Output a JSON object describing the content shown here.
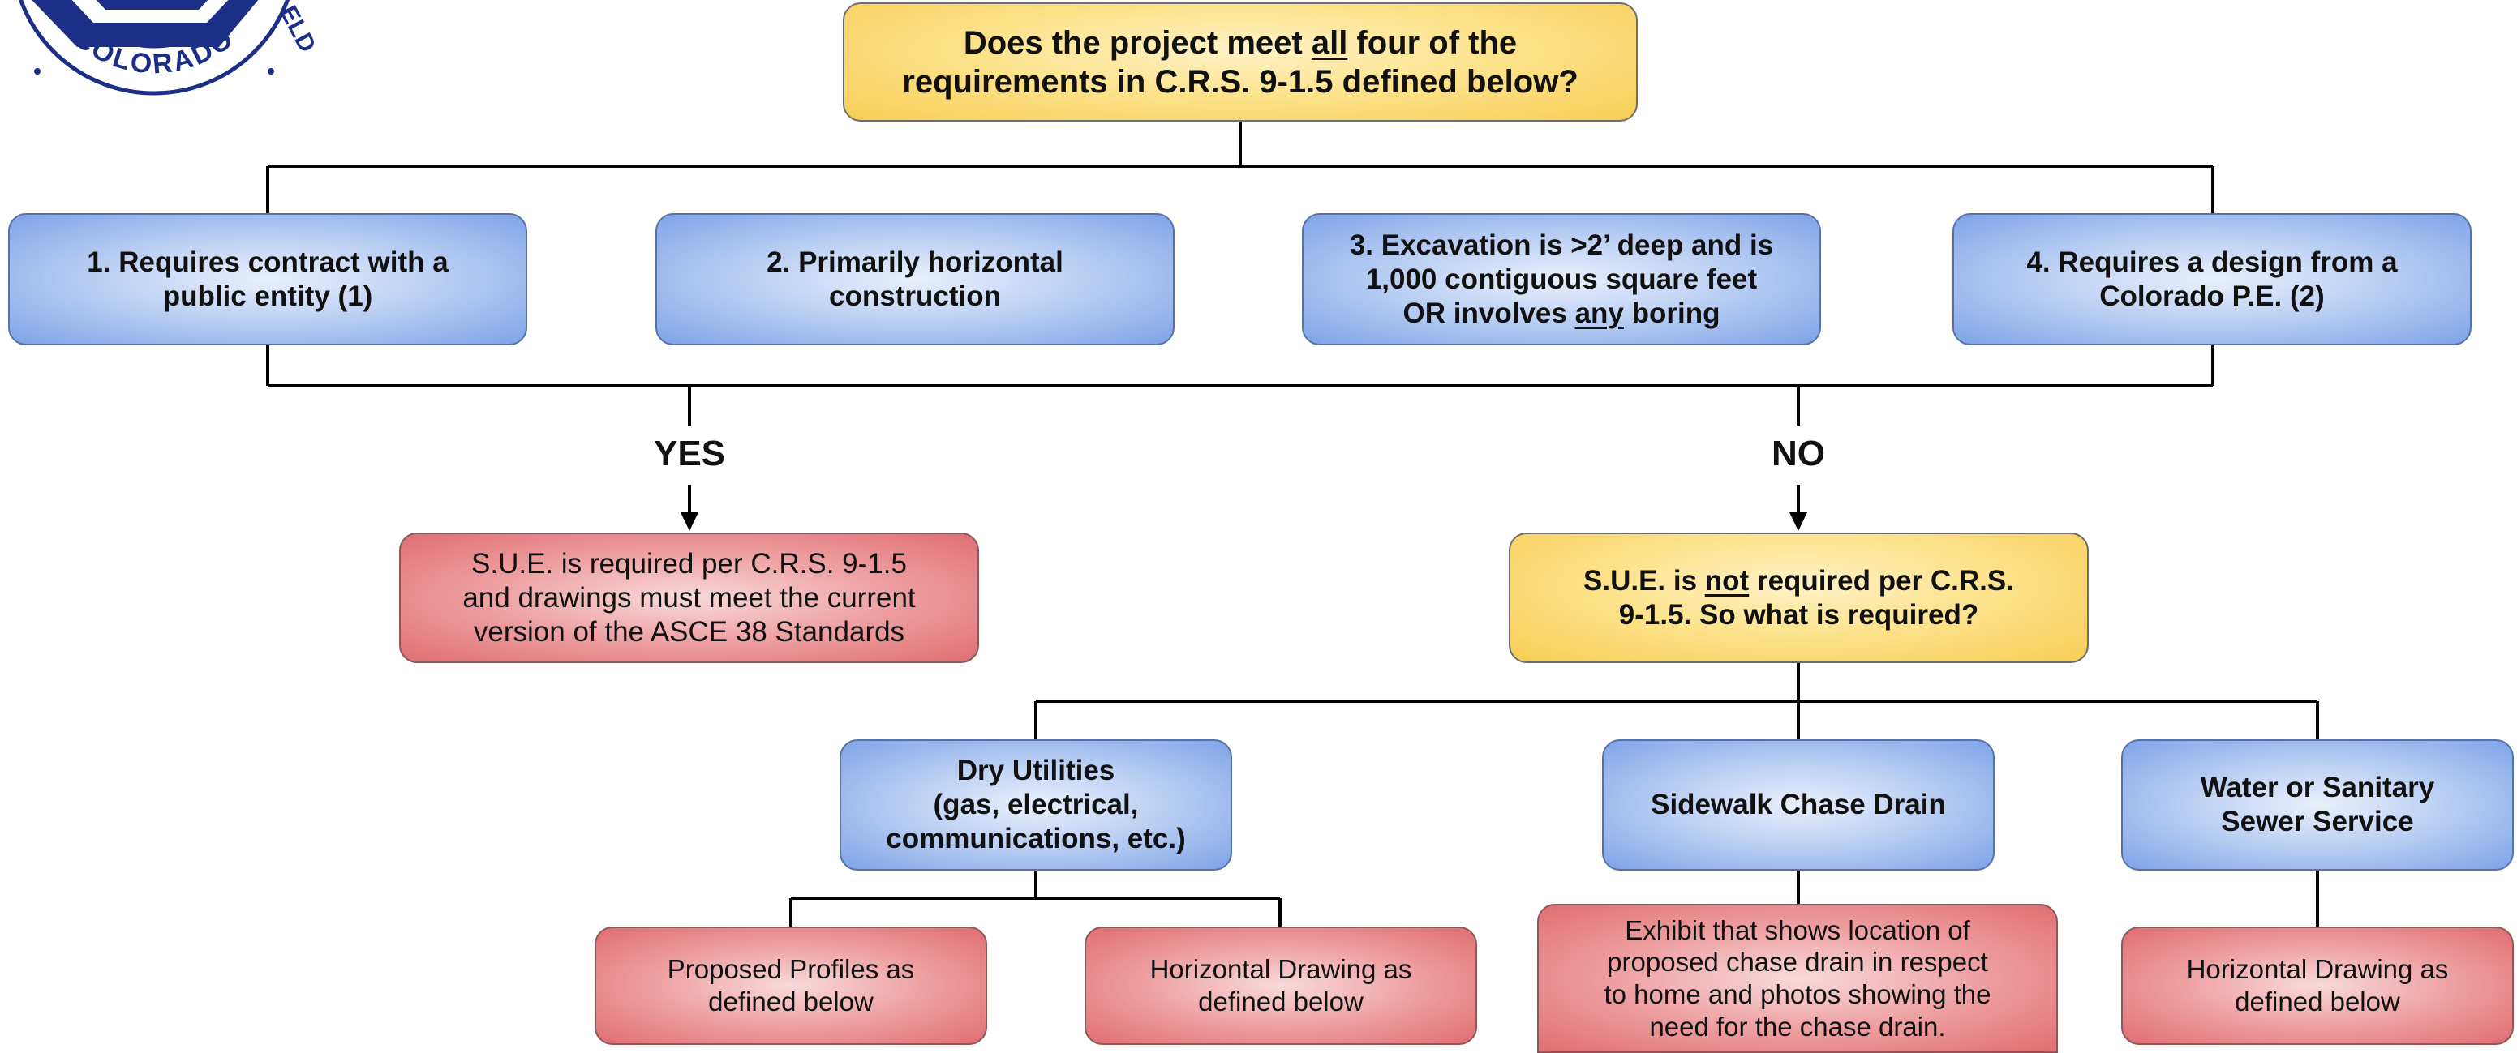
{
  "logo": {
    "text": "COLORADO",
    "partial_text": "ELD"
  },
  "question": {
    "line1_pre": "Does the project meet ",
    "line1_u": "all",
    "line1_post": " four of the",
    "line2": "requirements in C.R.S. 9-1.5 defined below?"
  },
  "requirements": [
    {
      "line1": "1. Requires contract with a",
      "line2": "public entity (1)"
    },
    {
      "line1": "2. Primarily horizontal",
      "line2": "construction"
    },
    {
      "line1": "3. Excavation is >2’ deep and is",
      "line2": "1,000 contiguous square feet",
      "line3_pre": "OR involves ",
      "line3_u": "any",
      "line3_post": " boring"
    },
    {
      "line1": "4. Requires a design from a",
      "line2": "Colorado P.E. (2)"
    }
  ],
  "branches": {
    "yes": "YES",
    "no": "NO"
  },
  "yes_result": {
    "line1": "S.U.E. is required per C.R.S. 9-1.5",
    "line2": "and drawings must meet the current",
    "line3": "version of the ASCE 38 Standards"
  },
  "no_result": {
    "line1_pre": "S.U.E. is ",
    "line1_u": "not",
    "line1_post": " required per C.R.S.",
    "line2": "9-1.5. So what is required?"
  },
  "categories": [
    {
      "line1": "Dry Utilities",
      "line2": "(gas, electrical,",
      "line3": "communications, etc.)"
    },
    {
      "line1": "Sidewalk Chase Drain"
    },
    {
      "line1": "Water or Sanitary",
      "line2": "Sewer Service"
    }
  ],
  "outcomes": [
    {
      "line1": "Proposed Profiles as",
      "line2": "defined below"
    },
    {
      "line1": "Horizontal Drawing as",
      "line2": "defined below"
    },
    {
      "line1": "Exhibit that shows location of",
      "line2": "proposed chase drain in respect",
      "line3": "to home and photos showing the",
      "line4": "need for the chase drain."
    },
    {
      "line1": "Horizontal Drawing as",
      "line2": "defined below"
    }
  ],
  "colors": {
    "question_fill": "#f9d466",
    "requirement_fill": "#a9c2f0",
    "result_fill": "#e98a8d",
    "logo_navy": "#1c2f86",
    "line": "#000000"
  }
}
